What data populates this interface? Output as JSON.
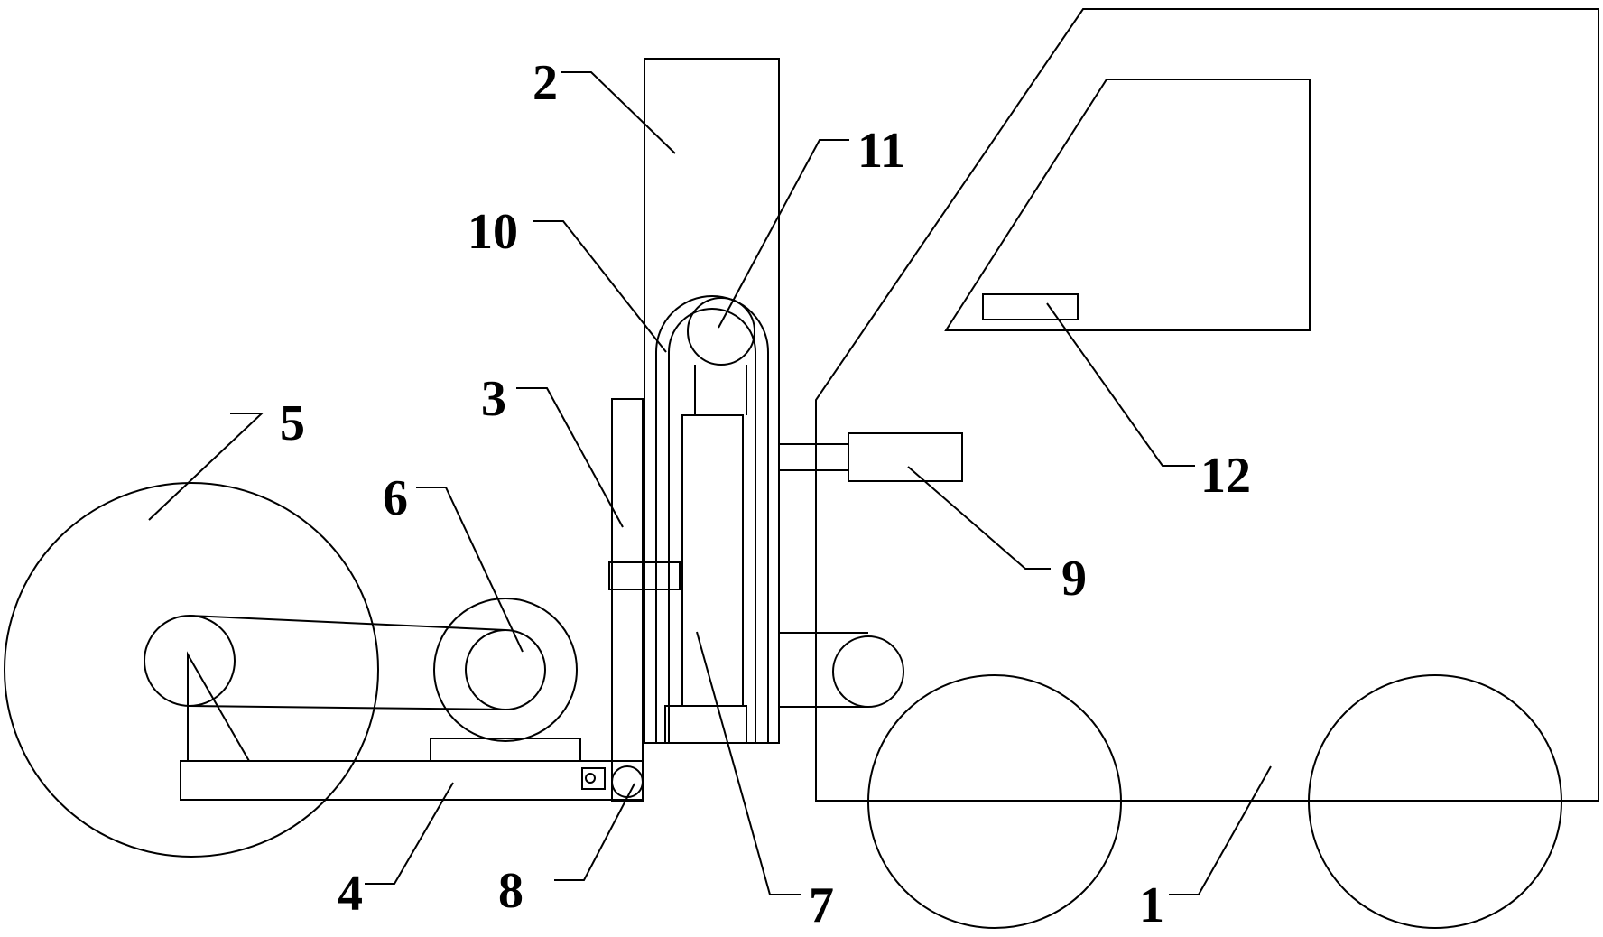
{
  "labels": {
    "l1": "1",
    "l2": "2",
    "l3": "3",
    "l4": "4",
    "l5": "5",
    "l6": "6",
    "l7": "7",
    "l8": "8",
    "l9": "9",
    "l10": "10",
    "l11": "11",
    "l12": "12"
  },
  "colors": {
    "stroke": "#000000",
    "background": "#ffffff"
  }
}
